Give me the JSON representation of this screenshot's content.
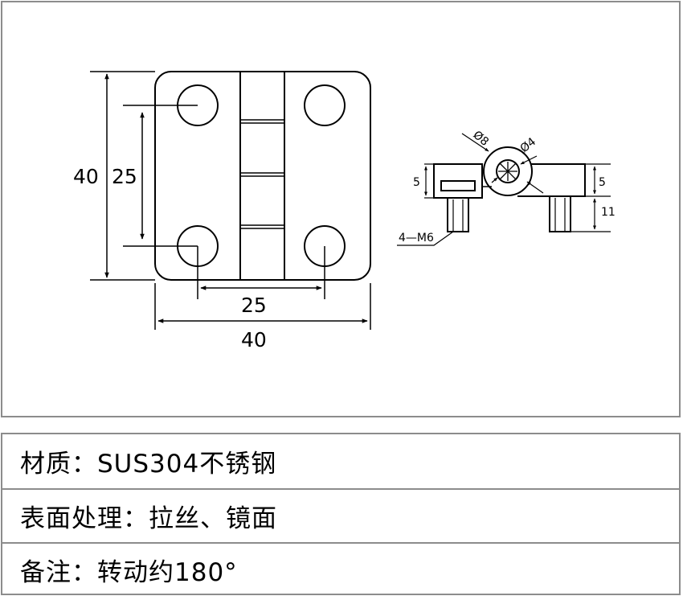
{
  "drawing": {
    "front_view": {
      "height_outer": "40",
      "height_hole_pitch": "25",
      "width_hole_pitch": "25",
      "width_outer": "40"
    },
    "side_view": {
      "pin_diameter": "Ø8",
      "hole_diameter": "Ø4",
      "left_thickness": "5",
      "right_thickness": "5",
      "stud_length": "11",
      "thread_callout": "4—M6"
    }
  },
  "specs": {
    "material": "材质：SUS304不锈钢",
    "surface": "表面处理：拉丝、镜面",
    "remark": "备注：转动约180°"
  }
}
